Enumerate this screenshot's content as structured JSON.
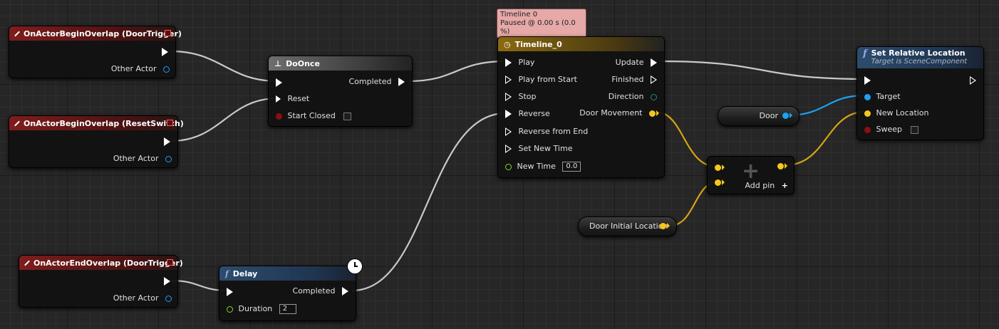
{
  "colors": {
    "exec": "#ffffff",
    "object": "#1da1f2",
    "vector": "#f5c71a",
    "float": "#8ad32a",
    "bool": "#8b0f0f",
    "direction": "#1d8c7a"
  },
  "nodes": {
    "begin_overlap_door": {
      "title": "OnActorBeginOverlap (DoorTrigger)",
      "other_actor": "Other Actor"
    },
    "begin_overlap_reset": {
      "title": "OnActorBeginOverlap (ResetSwitch)",
      "other_actor": "Other Actor"
    },
    "end_overlap_door": {
      "title": "OnActorEndOverlap (DoorTrigger)",
      "other_actor": "Other Actor"
    },
    "do_once": {
      "title": "DoOnce",
      "completed": "Completed",
      "reset": "Reset",
      "start_closed": "Start Closed"
    },
    "delay": {
      "title": "Delay",
      "completed": "Completed",
      "duration_label": "Duration",
      "duration_value": "2"
    },
    "timeline": {
      "title": "Timeline_0",
      "tooltip_line1": "Timeline 0",
      "tooltip_line2": "Paused @ 0.00 s (0.0 %)",
      "inputs": {
        "play": "Play",
        "play_from_start": "Play from Start",
        "stop": "Stop",
        "reverse": "Reverse",
        "reverse_from_end": "Reverse from End",
        "set_new_time": "Set New Time",
        "new_time": "New Time"
      },
      "new_time_value": "0.0",
      "outputs": {
        "update": "Update",
        "finished": "Finished",
        "direction": "Direction",
        "door_movement": "Door Movement"
      }
    },
    "door_var": {
      "label": "Door"
    },
    "door_initial_location_var": {
      "label": "Door Initial Location"
    },
    "add_node": {
      "add_pin": "Add pin",
      "plus": "+"
    },
    "set_relative_location": {
      "title": "Set Relative Location",
      "subtitle": "Target is SceneComponent",
      "target": "Target",
      "new_location": "New Location",
      "sweep": "Sweep"
    }
  }
}
